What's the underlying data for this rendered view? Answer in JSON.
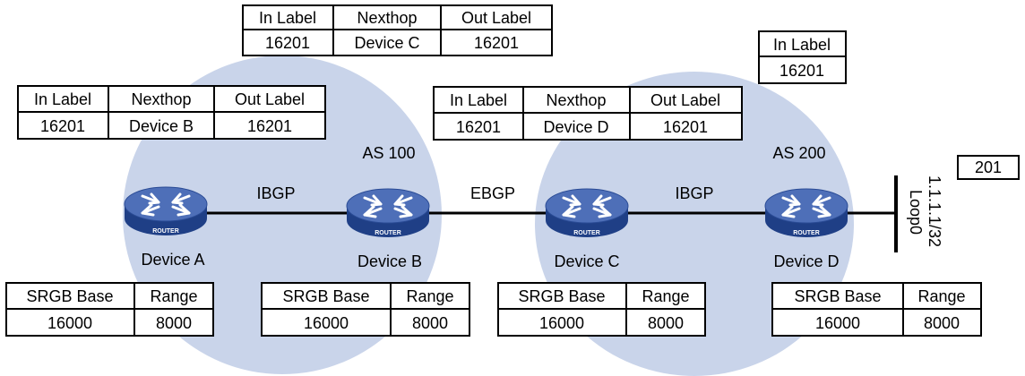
{
  "colors": {
    "as_fill": "#c9d4ea",
    "link": "#000000",
    "router_top": "#4e6fb8",
    "router_side": "#1f3f86",
    "arrow": "#ffffff"
  },
  "as_regions": {
    "as100": "AS 100",
    "as200": "AS 200"
  },
  "links": {
    "ab": "IBGP",
    "bc": "EBGP",
    "cd": "IBGP"
  },
  "devices": {
    "a": {
      "name": "Device A",
      "badge": "ROUTER",
      "icon": "router-icon"
    },
    "b": {
      "name": "Device B",
      "badge": "ROUTER",
      "icon": "router-icon"
    },
    "c": {
      "name": "Device C",
      "badge": "ROUTER",
      "icon": "router-icon"
    },
    "d": {
      "name": "Device D",
      "badge": "ROUTER",
      "icon": "router-icon"
    }
  },
  "loop": {
    "name": "Loop0",
    "ip": "1.1.1.1/32",
    "label": "201"
  },
  "label_tables": {
    "a": {
      "h1": "In Label",
      "h2": "Nexthop",
      "h3": "Out Label",
      "v1": "16201",
      "v2": "Device B",
      "v3": "16201"
    },
    "b": {
      "h1": "In Label",
      "h2": "Nexthop",
      "h3": "Out Label",
      "v1": "16201",
      "v2": "Device C",
      "v3": "16201"
    },
    "c": {
      "h1": "In Label",
      "h2": "Nexthop",
      "h3": "Out Label",
      "v1": "16201",
      "v2": "Device D",
      "v3": "16201"
    },
    "d": {
      "h1": "In Label",
      "v1": "16201"
    }
  },
  "srgb_tables": {
    "a": {
      "h1": "SRGB Base",
      "h2": "Range",
      "v1": "16000",
      "v2": "8000"
    },
    "b": {
      "h1": "SRGB Base",
      "h2": "Range",
      "v1": "16000",
      "v2": "8000"
    },
    "c": {
      "h1": "SRGB Base",
      "h2": "Range",
      "v1": "16000",
      "v2": "8000"
    },
    "d": {
      "h1": "SRGB Base",
      "h2": "Range",
      "v1": "16000",
      "v2": "8000"
    }
  }
}
